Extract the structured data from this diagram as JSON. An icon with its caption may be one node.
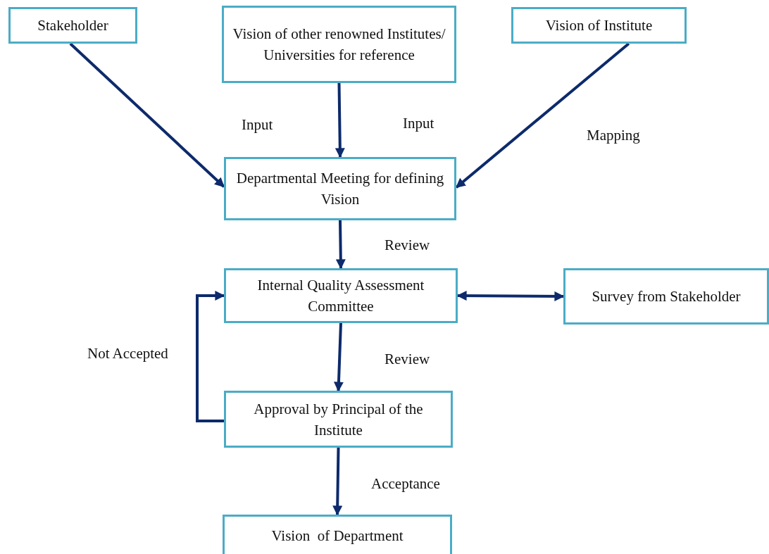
{
  "diagram": {
    "nodes": [
      {
        "text": [
          "Stakeholder"
        ]
      },
      {
        "text": [
          "Vision of other renowned Institutes/ Universities for reference"
        ]
      },
      {
        "text": [
          "Vision of Institute"
        ]
      },
      {
        "text": [
          "Departmental Meeting for defining Vision"
        ]
      },
      {
        "text": [
          "Internal Quality Assessment Committee"
        ]
      },
      {
        "text": [
          "Survey from Stakeholder"
        ]
      },
      {
        "text": [
          "Approval by Principal of the Institute"
        ]
      },
      {
        "text": [
          "Vision  of Department"
        ]
      }
    ],
    "edges": [
      {
        "from": 0,
        "to": 3,
        "arrow": "to",
        "label": "Input"
      },
      {
        "from": 1,
        "to": 3,
        "arrow": "to",
        "label": "Input"
      },
      {
        "from": 2,
        "to": 3,
        "arrow": "to",
        "label": "Mapping"
      },
      {
        "from": 3,
        "to": 4,
        "arrow": "to",
        "label": "Review"
      },
      {
        "from": 4,
        "to": 5,
        "arrow": "both"
      },
      {
        "from": 4,
        "to": 6,
        "arrow": "to",
        "label": "Review"
      },
      {
        "from": 6,
        "to": 4,
        "arrow": "to",
        "label": "Not Accepted"
      },
      {
        "from": 6,
        "to": 7,
        "arrow": "to",
        "label": "Acceptance"
      }
    ]
  }
}
